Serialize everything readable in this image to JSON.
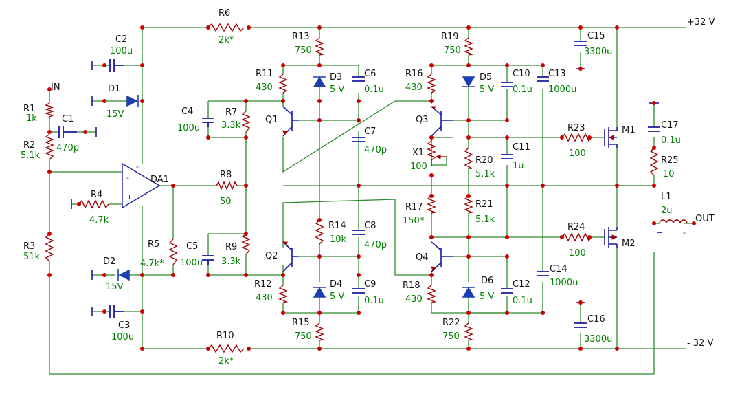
{
  "rails": {
    "positive": "+32 V",
    "negative": "- 32 V",
    "output": "OUT",
    "input": "IN"
  },
  "opamp": {
    "ref": "DA1",
    "minus": "-",
    "plus": "+"
  },
  "components": {
    "R1": {
      "ref": "R1",
      "value": "1k"
    },
    "R2": {
      "ref": "R2",
      "value": "5.1k"
    },
    "R3": {
      "ref": "R3",
      "value": "51k"
    },
    "R4": {
      "ref": "R4",
      "value": "4.7k"
    },
    "R5": {
      "ref": "R5",
      "value": "4.7k*"
    },
    "R6": {
      "ref": "R6",
      "value": "2k*"
    },
    "R7": {
      "ref": "R7",
      "value": "3.3k"
    },
    "R8": {
      "ref": "R8",
      "value": "50"
    },
    "R9": {
      "ref": "R9",
      "value": "3.3k"
    },
    "R10": {
      "ref": "R10",
      "value": "2k*"
    },
    "R11": {
      "ref": "R11",
      "value": "430"
    },
    "R12": {
      "ref": "R12",
      "value": "430"
    },
    "R13": {
      "ref": "R13",
      "value": "750"
    },
    "R14": {
      "ref": "R14",
      "value": "10k"
    },
    "R15": {
      "ref": "R15",
      "value": "750"
    },
    "R16": {
      "ref": "R16",
      "value": "430"
    },
    "R17": {
      "ref": "R17",
      "value": "150*"
    },
    "R18": {
      "ref": "R18",
      "value": "430"
    },
    "R19": {
      "ref": "R19",
      "value": "750"
    },
    "R20": {
      "ref": "R20",
      "value": "5.1k"
    },
    "R21": {
      "ref": "R21",
      "value": "5.1k"
    },
    "R22": {
      "ref": "R22",
      "value": "750"
    },
    "R23": {
      "ref": "R23",
      "value": "100"
    },
    "R24": {
      "ref": "R24",
      "value": "100"
    },
    "R25": {
      "ref": "R25",
      "value": "10"
    },
    "C1": {
      "ref": "C1",
      "value": "470p"
    },
    "C2": {
      "ref": "C2",
      "value": "100u"
    },
    "C3": {
      "ref": "C3",
      "value": "100u"
    },
    "C4": {
      "ref": "C4",
      "value": "100u"
    },
    "C5": {
      "ref": "C5",
      "value": "100u"
    },
    "C6": {
      "ref": "C6",
      "value": "0.1u"
    },
    "C7": {
      "ref": "C7",
      "value": "470p"
    },
    "C8": {
      "ref": "C8",
      "value": "470p"
    },
    "C9": {
      "ref": "C9",
      "value": "0.1u"
    },
    "C10": {
      "ref": "C10",
      "value": "0.1u"
    },
    "C11": {
      "ref": "C11",
      "value": "1u"
    },
    "C12": {
      "ref": "C12",
      "value": "0.1u"
    },
    "C13": {
      "ref": "C13",
      "value": "1000u"
    },
    "C14": {
      "ref": "C14",
      "value": "1000u"
    },
    "C15": {
      "ref": "C15",
      "value": "3300u"
    },
    "C16": {
      "ref": "C16",
      "value": "3300u"
    },
    "C17": {
      "ref": "C17",
      "value": "0.1u"
    },
    "D1": {
      "ref": "D1",
      "value": "15V"
    },
    "D2": {
      "ref": "D2",
      "value": "15V"
    },
    "D3": {
      "ref": "D3",
      "value": "5 V"
    },
    "D4": {
      "ref": "D4",
      "value": "5 V"
    },
    "D5": {
      "ref": "D5",
      "value": "5 V"
    },
    "D6": {
      "ref": "D6",
      "value": "5 V"
    },
    "Q1": {
      "ref": "Q1"
    },
    "Q2": {
      "ref": "Q2"
    },
    "Q3": {
      "ref": "Q3"
    },
    "Q4": {
      "ref": "Q4"
    },
    "M1": {
      "ref": "M1"
    },
    "M2": {
      "ref": "M2"
    },
    "X1": {
      "ref": "X1",
      "value": "100"
    },
    "L1": {
      "ref": "L1",
      "value": "2u",
      "plus": "+",
      "minus": "-"
    }
  }
}
